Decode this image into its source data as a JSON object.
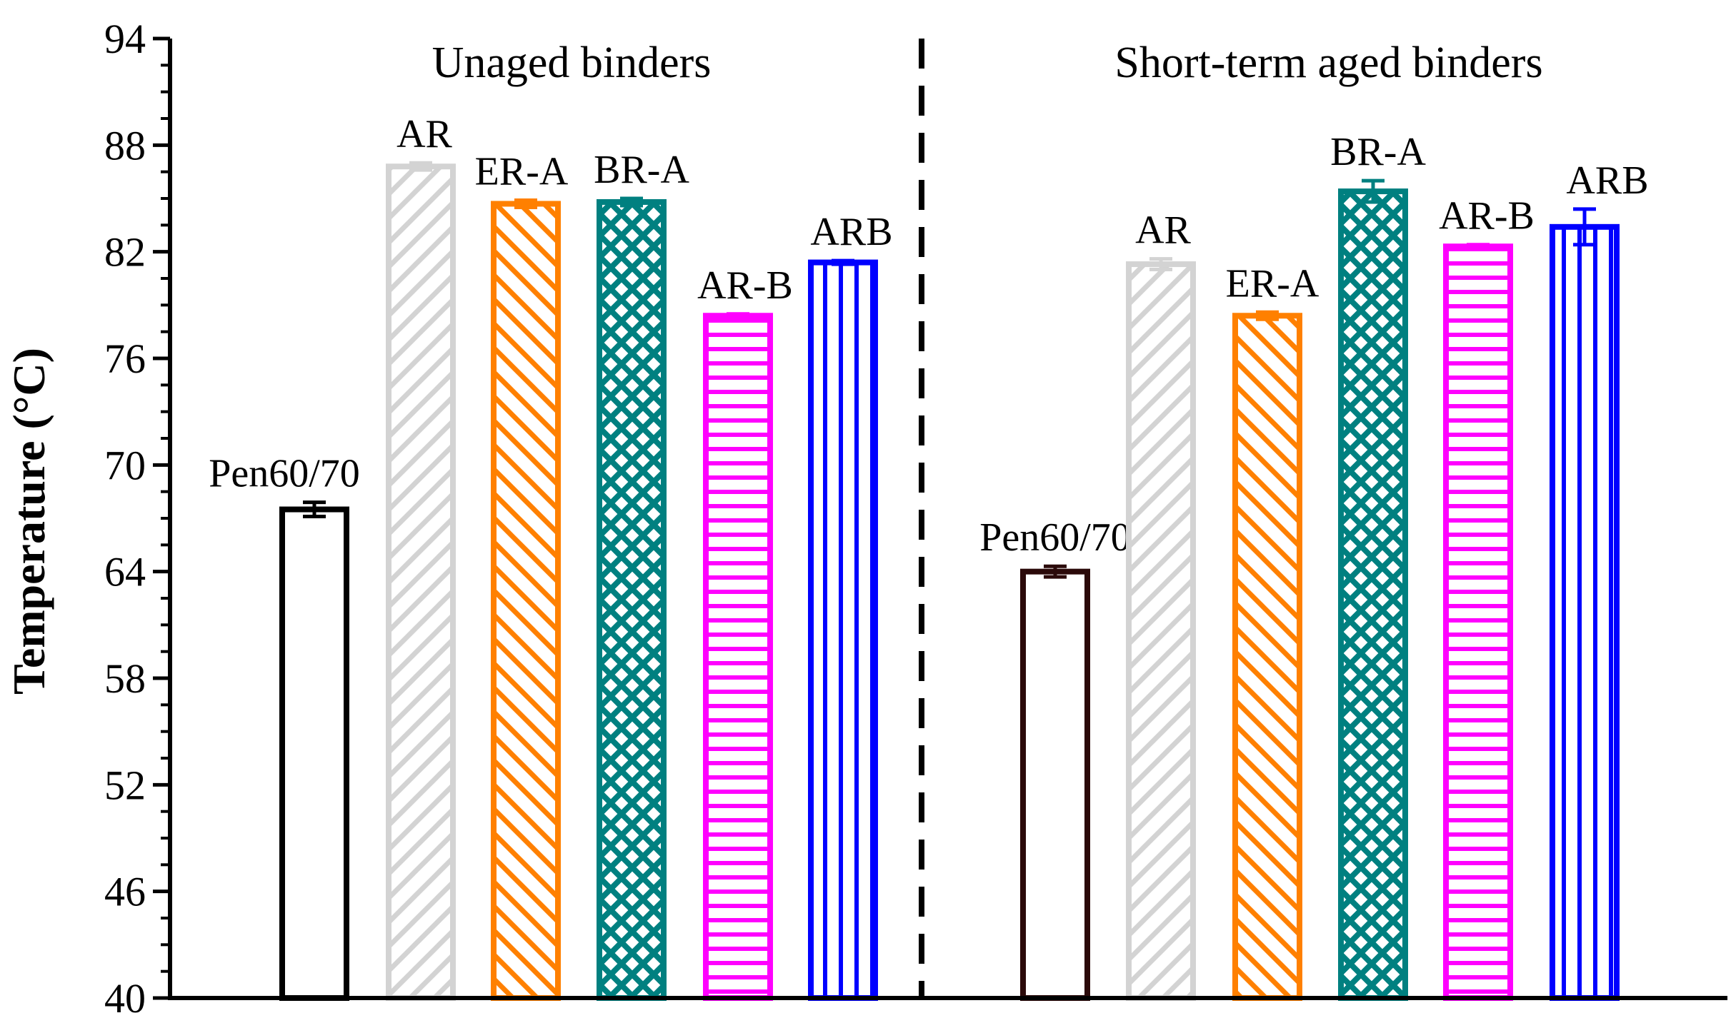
{
  "chart_data": {
    "type": "bar",
    "ylabel": "Temperature (°C)",
    "ylim": [
      40,
      94
    ],
    "yticks": [
      40,
      46,
      52,
      58,
      64,
      70,
      76,
      82,
      88,
      94
    ],
    "grid": false,
    "groups": [
      {
        "title": "Unaged binders",
        "bars": [
          {
            "label": "Pen60/70",
            "value": 67.5,
            "error": 0.4,
            "color": "#000000",
            "pattern": "none"
          },
          {
            "label": "AR",
            "value": 86.8,
            "error": 0.2,
            "color": "#d3d3d3",
            "pattern": "diagonal-right"
          },
          {
            "label": "ER-A",
            "value": 84.7,
            "error": 0.2,
            "color": "#ff8000",
            "pattern": "diagonal-left"
          },
          {
            "label": "BR-A",
            "value": 84.8,
            "error": 0.2,
            "color": "#008080",
            "pattern": "crosshatch"
          },
          {
            "label": "AR-B",
            "value": 78.4,
            "error": 0.1,
            "color": "#ff00ff",
            "pattern": "horizontal"
          },
          {
            "label": "ARB",
            "value": 81.4,
            "error": 0.1,
            "color": "#0000ff",
            "pattern": "vertical"
          }
        ]
      },
      {
        "title": "Short-term aged binders",
        "bars": [
          {
            "label": "Pen60/70",
            "value": 64.0,
            "error": 0.3,
            "color": "#2b0a0a",
            "pattern": "none"
          },
          {
            "label": "AR",
            "value": 81.3,
            "error": 0.3,
            "color": "#d3d3d3",
            "pattern": "diagonal-right"
          },
          {
            "label": "ER-A",
            "value": 78.4,
            "error": 0.2,
            "color": "#ff8000",
            "pattern": "diagonal-left"
          },
          {
            "label": "BR-A",
            "value": 85.4,
            "error": 0.6,
            "color": "#008080",
            "pattern": "crosshatch"
          },
          {
            "label": "AR-B",
            "value": 82.3,
            "error": 0.1,
            "color": "#ff00ff",
            "pattern": "horizontal"
          },
          {
            "label": "ARB",
            "value": 83.4,
            "error": 1.0,
            "color": "#0000ff",
            "pattern": "vertical"
          }
        ]
      }
    ]
  }
}
